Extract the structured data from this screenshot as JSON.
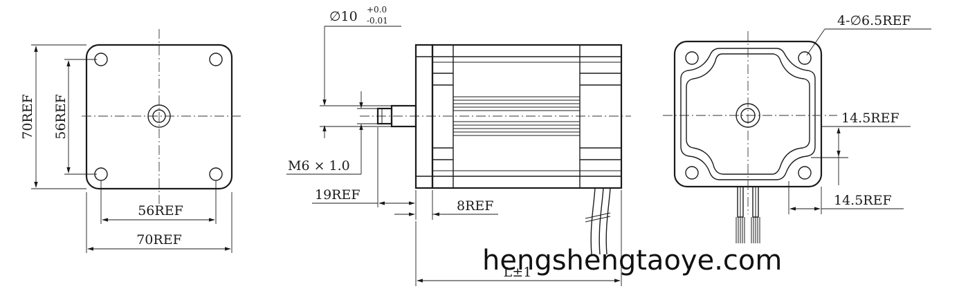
{
  "front_view": {
    "height_outer": "70REF",
    "height_inner": "56REF",
    "width_inner": "56REF",
    "width_outer": "70REF"
  },
  "side_view": {
    "shaft_dia_main": "∅10",
    "shaft_dia_tol_upper": "+0.0",
    "shaft_dia_tol_lower": "-0.01",
    "thread": "M6 × 1.0",
    "shaft_length": "19REF",
    "boss_length": "8REF",
    "body_length": "L±1"
  },
  "rear_view": {
    "holes": "4-∅6.5REF",
    "offset_vertical": "14.5REF",
    "offset_horizontal": "14.5REF"
  },
  "watermark": "hengshengtaoye.com"
}
